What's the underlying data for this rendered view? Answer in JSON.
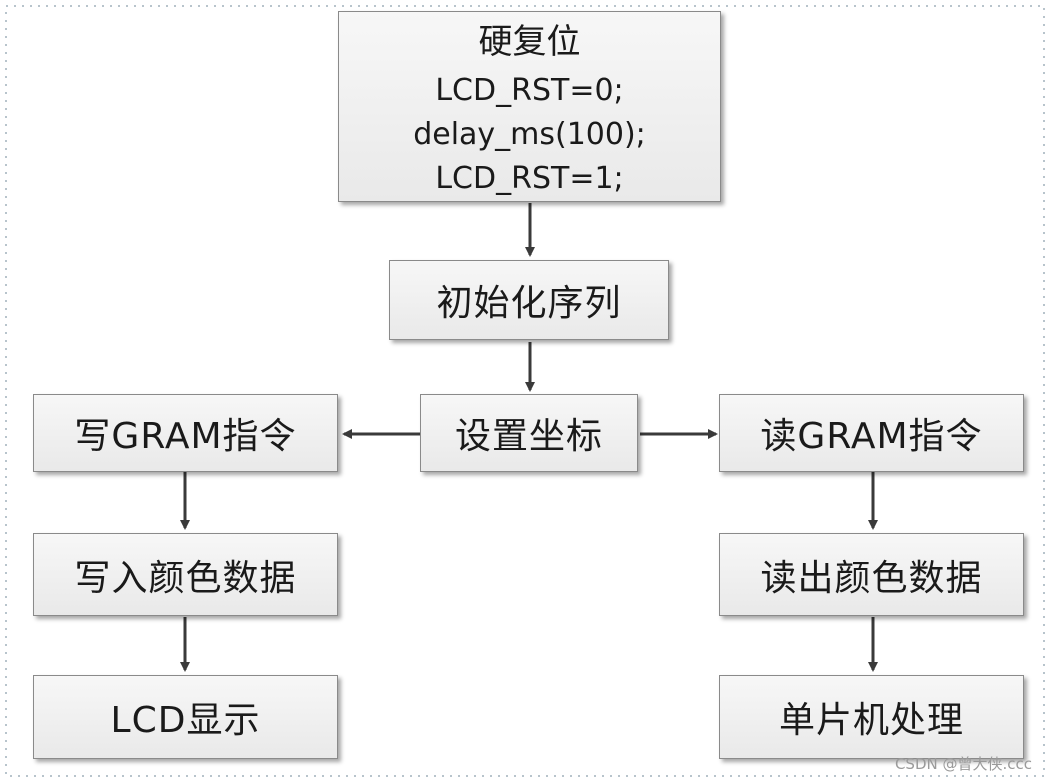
{
  "reset_box": {
    "title": "硬复位",
    "lines": [
      "LCD_RST=0;",
      "delay_ms(100);",
      "LCD_RST=1;"
    ]
  },
  "init_box": "初始化序列",
  "coord_box": "设置坐标",
  "write_path": [
    "写GRAM指令",
    "写入颜色数据",
    "LCD显示"
  ],
  "read_path": [
    "读GRAM指令",
    "读出颜色数据",
    "单片机处理"
  ],
  "watermark": "CSDN @曾大侠.ccc",
  "colors": {
    "arrow": "#3a3a3a",
    "border": "#8a8a8a",
    "box_fill": "#efefef"
  }
}
